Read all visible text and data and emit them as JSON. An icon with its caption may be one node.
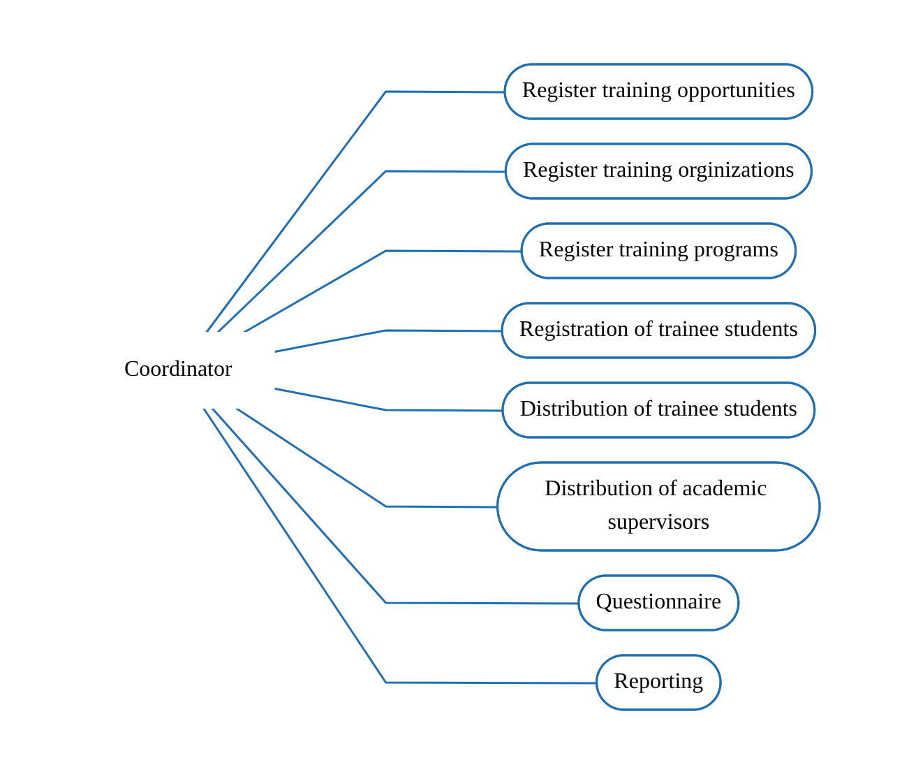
{
  "diagram": {
    "nodes": [
      {
        "text": [
          "Coordinator"
        ]
      },
      {
        "text": [
          "Register training opportunities"
        ]
      },
      {
        "text": [
          "Register training orginizations"
        ]
      },
      {
        "text": [
          "Register training programs"
        ]
      },
      {
        "text": [
          "Registration of trainee students"
        ]
      },
      {
        "text": [
          "Distribution of trainee students"
        ]
      },
      {
        "text": [
          "Distribution of academic supervisors"
        ]
      },
      {
        "text": [
          "Questionnaire"
        ]
      },
      {
        "text": [
          "Reporting"
        ]
      }
    ],
    "edges": [
      {
        "from": 0,
        "to": 1,
        "arrow": "none"
      },
      {
        "from": 0,
        "to": 2,
        "arrow": "none"
      },
      {
        "from": 0,
        "to": 3,
        "arrow": "none"
      },
      {
        "from": 0,
        "to": 4,
        "arrow": "none"
      },
      {
        "from": 0,
        "to": 5,
        "arrow": "none"
      },
      {
        "from": 0,
        "to": 6,
        "arrow": "none"
      },
      {
        "from": 0,
        "to": 7,
        "arrow": "none"
      },
      {
        "from": 0,
        "to": 8,
        "arrow": "none"
      }
    ]
  }
}
